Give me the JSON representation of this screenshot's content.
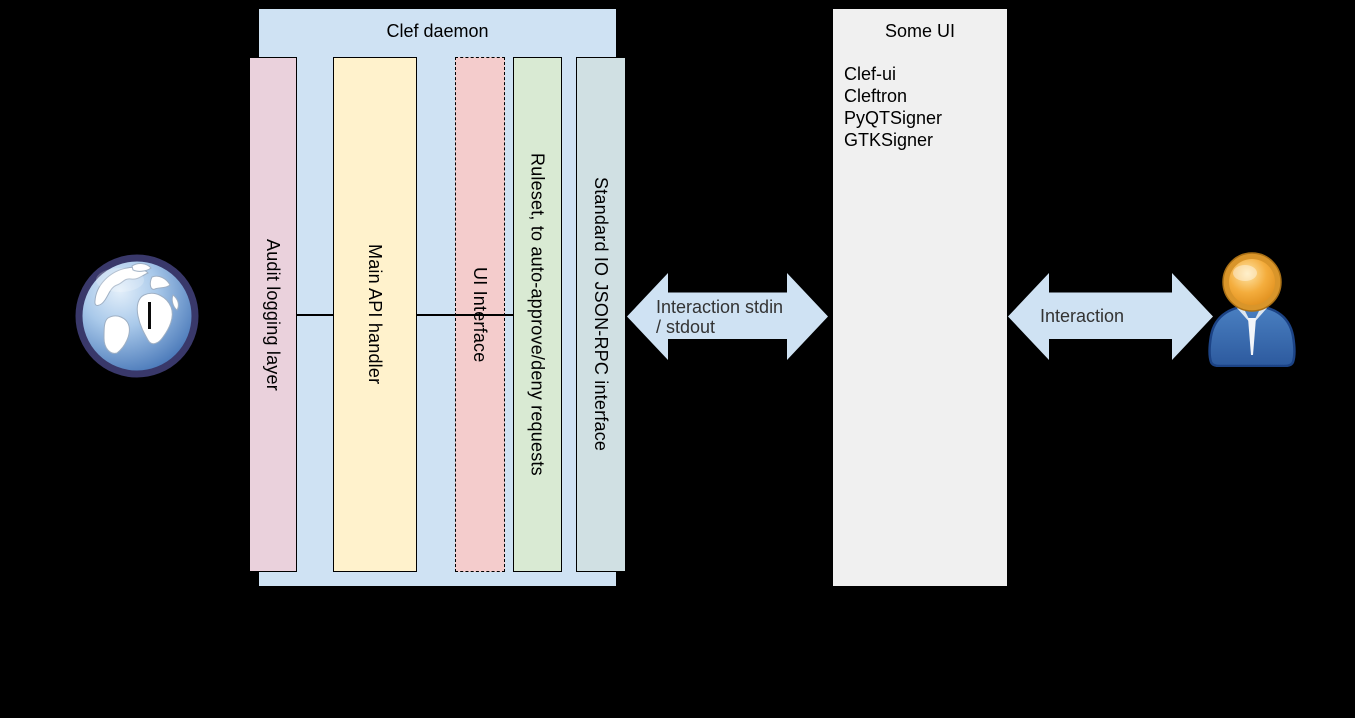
{
  "canvas": {
    "background": "#000000"
  },
  "clef_daemon": {
    "title": "Clef daemon",
    "fill": "#cfe2f3",
    "bars": [
      {
        "label": "Audit logging layer",
        "fill": "#ead1dc",
        "border_style": "solid"
      },
      {
        "label": "Main API handler",
        "fill": "#fff2cc",
        "border_style": "solid"
      },
      {
        "label": "UI Interface",
        "fill": "#f4cccc",
        "border_style": "dashed"
      },
      {
        "label": "Ruleset, to auto-approve/deny requests",
        "fill": "#d9ead3",
        "border_style": "solid"
      },
      {
        "label": "Standard IO JSON-RPC interface",
        "fill": "#d0e0e3",
        "border_style": "solid"
      }
    ]
  },
  "some_ui": {
    "title": "Some UI",
    "fill": "#f0f0f0",
    "items": [
      "Clef-ui",
      "Cleftron",
      "PyQTSigner",
      "GTKSigner"
    ]
  },
  "arrow_stdio": {
    "line1": "Interaction stdin",
    "line2": "/ stdout",
    "fill": "#cfe2f3"
  },
  "arrow_interaction": {
    "line1": "Interaction",
    "fill": "#cfe2f3"
  },
  "icons": {
    "left": "globe-icon",
    "right": "user-icon"
  },
  "colors": {
    "text": "#000000",
    "arrow_text": "#333333",
    "border": "#000000",
    "globe_ring": "#39386a",
    "user_head": "#eda42c",
    "user_body": "#3a72b9"
  }
}
